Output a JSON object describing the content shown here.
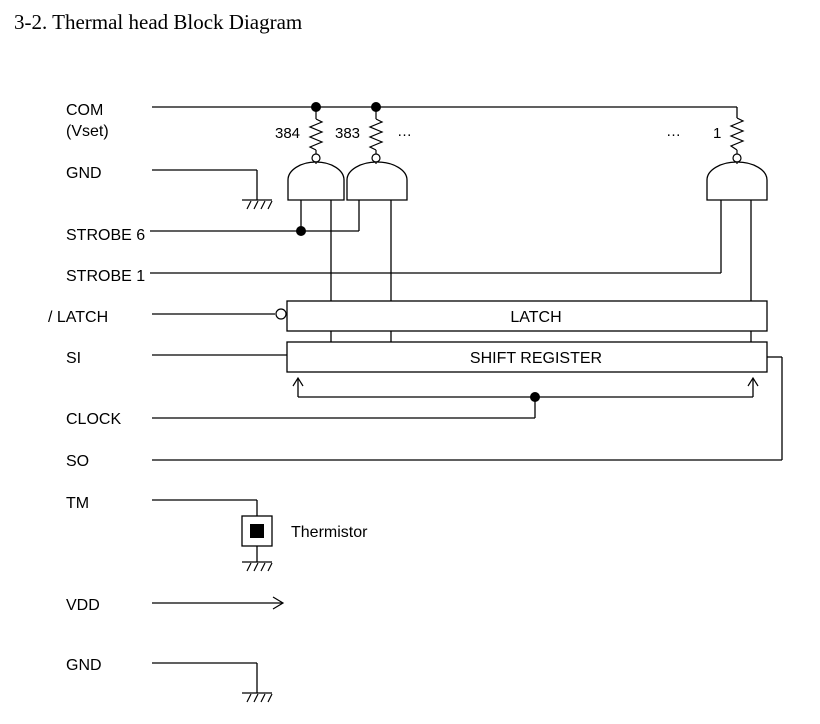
{
  "title": "3-2. Thermal head Block Diagram",
  "pins": {
    "com": "COM",
    "vset": "(Vset)",
    "gnd1": "GND",
    "strobe6": "STROBE 6",
    "strobe1": "STROBE 1",
    "latch": "/ LATCH",
    "si": "SI",
    "clock": "CLOCK",
    "so": "SO",
    "tm": "TM",
    "vdd": "VDD",
    "gnd2": "GND"
  },
  "blocks": {
    "latch": "LATCH",
    "shift_register": "SHIFT  REGISTER",
    "thermistor": "Thermistor"
  },
  "resistors": {
    "r384": "384",
    "r383": "383",
    "r1": "1",
    "ellipsis_left": "…",
    "ellipsis_right": "…"
  }
}
